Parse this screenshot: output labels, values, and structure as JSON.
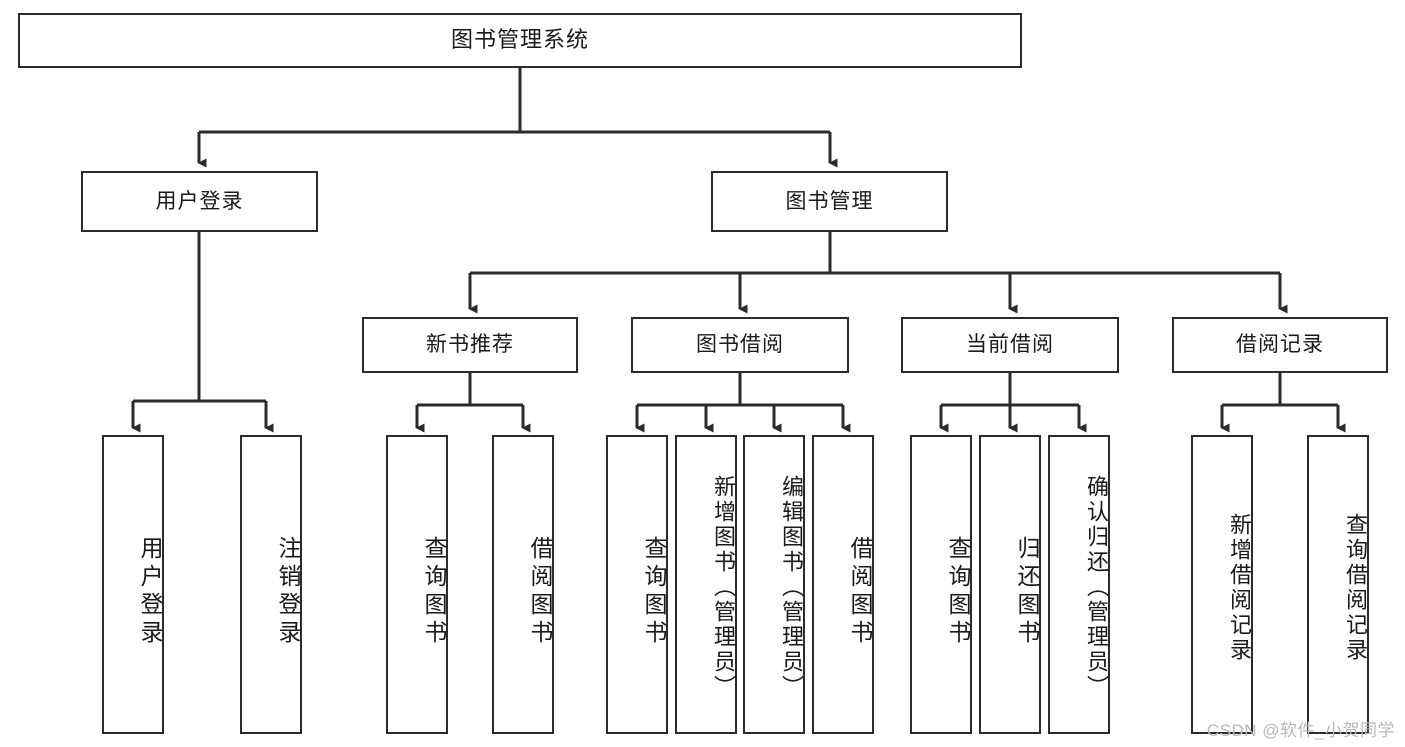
{
  "diagram": {
    "title": "图书管理系统",
    "type": "tree-hierarchy-diagram",
    "root": {
      "label": "图书管理系统"
    },
    "level2": [
      {
        "id": "user-login",
        "label": "用户登录"
      },
      {
        "id": "book-management",
        "label": "图书管理"
      }
    ],
    "level3": [
      {
        "id": "new-book-recommend",
        "label": "新书推荐",
        "parent": "book-management"
      },
      {
        "id": "book-borrow",
        "label": "图书借阅",
        "parent": "book-management"
      },
      {
        "id": "current-borrow",
        "label": "当前借阅",
        "parent": "book-management"
      },
      {
        "id": "borrow-record",
        "label": "借阅记录",
        "parent": "book-management"
      }
    ],
    "leaves": [
      {
        "id": "leaf-user-login",
        "label": "用户登录",
        "parent": "user-login"
      },
      {
        "id": "leaf-logout",
        "label": "注销登录",
        "parent": "user-login"
      },
      {
        "id": "leaf-query-book-1",
        "label": "查询图书",
        "parent": "new-book-recommend"
      },
      {
        "id": "leaf-borrow-book-1",
        "label": "借阅图书",
        "parent": "new-book-recommend"
      },
      {
        "id": "leaf-query-book-2",
        "label": "查询图书",
        "parent": "book-borrow"
      },
      {
        "id": "leaf-add-book",
        "label": "新增图书（管理员）",
        "parent": "book-borrow"
      },
      {
        "id": "leaf-edit-book",
        "label": "编辑图书（管理员）",
        "parent": "book-borrow"
      },
      {
        "id": "leaf-borrow-book-2",
        "label": "借阅图书",
        "parent": "book-borrow"
      },
      {
        "id": "leaf-query-book-3",
        "label": "查询图书",
        "parent": "current-borrow"
      },
      {
        "id": "leaf-return-book",
        "label": "归还图书",
        "parent": "current-borrow"
      },
      {
        "id": "leaf-confirm-return",
        "label": "确认归还（管理员）",
        "parent": "current-borrow"
      },
      {
        "id": "leaf-add-record",
        "label": "新增借阅记录",
        "parent": "borrow-record"
      },
      {
        "id": "leaf-query-record",
        "label": "查询借阅记录",
        "parent": "borrow-record"
      }
    ],
    "colors": {
      "box_border": "#2b2b2b",
      "box_fill": "#ffffff",
      "connector": "#2b2b2b",
      "text": "#1a1a1a",
      "watermark": "#b9b9b9",
      "background": "#ffffff"
    }
  },
  "watermark": {
    "text": "CSDN @软件_小贺同学"
  }
}
